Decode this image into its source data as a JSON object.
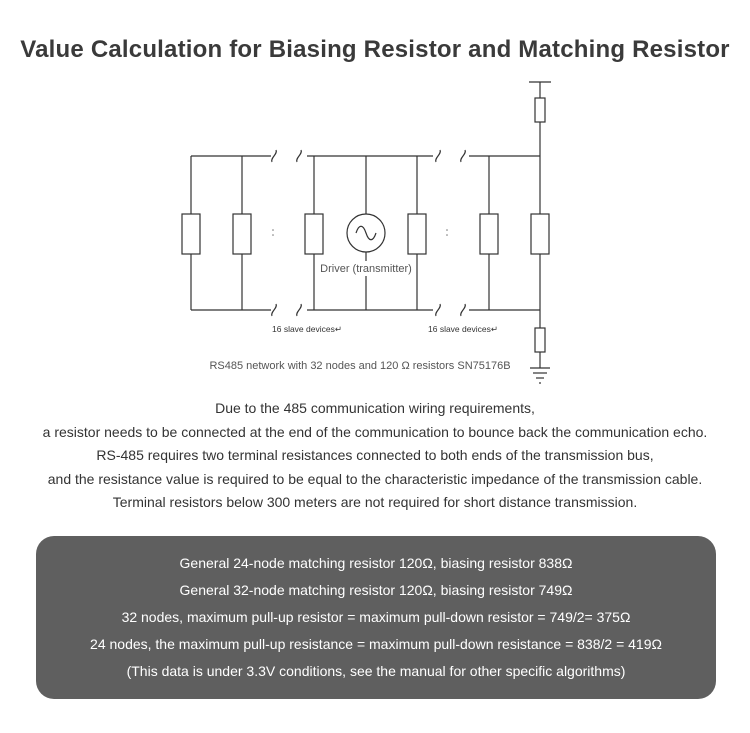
{
  "title": "Value Calculation for Biasing Resistor and Matching Resistor",
  "diagram": {
    "driver_label": "Driver (transmitter)",
    "slave_label_left": "16 slave devices↵",
    "slave_label_right": "16 slave devices↵",
    "caption": "RS485 network with 32 nodes and 120 Ω resistors SN75176B"
  },
  "description": [
    "Due to the 485 communication wiring requirements,",
    "a resistor needs to be connected at the end of the communication to bounce back the communication echo.",
    "RS-485 requires two terminal resistances connected to both ends of the transmission bus,",
    "and the resistance value is required to be equal to the characteristic impedance of the transmission cable.",
    "Terminal resistors below 300 meters are not required for short distance transmission."
  ],
  "panel": {
    "background": "#5f5f5f",
    "lines": [
      "General 24-node matching resistor 120Ω, biasing resistor 838Ω",
      "General 32-node matching resistor 120Ω, biasing resistor 749Ω",
      "32 nodes, maximum pull-up resistor = maximum pull-down resistor = 749/2= 375Ω",
      "24 nodes, the maximum pull-up resistance = maximum pull-down resistance = 838/2 = 419Ω",
      "(This data is under 3.3V conditions, see the manual for other specific algorithms)"
    ]
  }
}
